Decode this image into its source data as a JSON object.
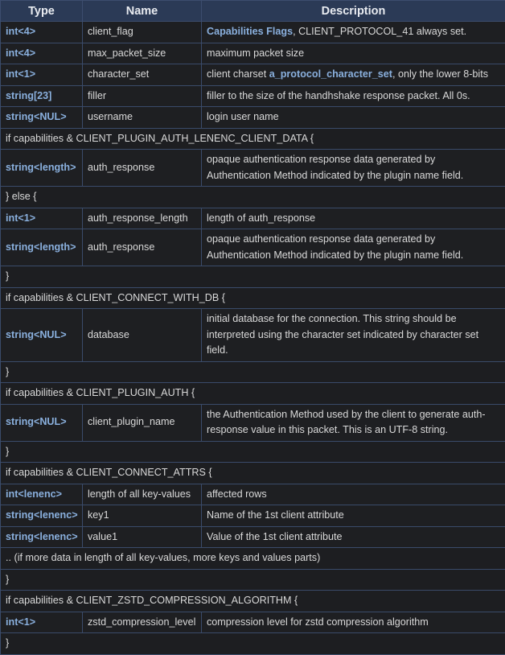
{
  "header": {
    "type": "Type",
    "name": "Name",
    "description": "Description"
  },
  "rows": [
    {
      "type": "int<4>",
      "name": "client_flag",
      "desc_link": "Capabilities Flags",
      "desc": ", CLIENT_PROTOCOL_41 always set."
    },
    {
      "type": "int<4>",
      "name": "max_packet_size",
      "desc": "maximum packet size"
    },
    {
      "type": "int<1>",
      "name": "character_set",
      "desc_pre": "client charset ",
      "desc_link": "a_protocol_character_set",
      "desc": ", only the lower 8-bits"
    },
    {
      "type": "string[23]",
      "name": "filler",
      "desc": "filler to the size of the handhshake response packet. All 0s."
    },
    {
      "type": "string<NUL>",
      "name": "username",
      "desc": "login user name"
    },
    {
      "line": "if capabilities & CLIENT_PLUGIN_AUTH_LENENC_CLIENT_DATA {"
    },
    {
      "type": "string<length>",
      "name": "auth_response",
      "desc": "opaque authentication response data generated by Authentication Method indicated by the plugin name field."
    },
    {
      "line": "} else {"
    },
    {
      "type": "int<1>",
      "name": "auth_response_length",
      "desc": "length of auth_response"
    },
    {
      "type": "string<length>",
      "name": "auth_response",
      "desc": "opaque authentication response data generated by Authentication Method indicated by the plugin name field."
    },
    {
      "line": "}"
    },
    {
      "line": "if capabilities & CLIENT_CONNECT_WITH_DB {"
    },
    {
      "type": "string<NUL>",
      "name": "database",
      "desc": "initial database for the connection. This string should be interpreted using the character set indicated by character set field."
    },
    {
      "line": "}"
    },
    {
      "line": "if capabilities & CLIENT_PLUGIN_AUTH {"
    },
    {
      "type": "string<NUL>",
      "name": "client_plugin_name",
      "desc": "the Authentication Method used by the client to generate auth-response value in this packet. This is an UTF-8 string."
    },
    {
      "line": "}"
    },
    {
      "line": "if capabilities & CLIENT_CONNECT_ATTRS {"
    },
    {
      "type": "int<lenenc>",
      "name": "length of all key-values",
      "desc": "affected rows"
    },
    {
      "type": "string<lenenc>",
      "name": "key1",
      "desc": "Name of the 1st client attribute"
    },
    {
      "type": "string<lenenc>",
      "name": "value1",
      "desc": "Value of the 1st client attribute"
    },
    {
      "line": ".. (if more data in length of all key-values, more keys and values parts)"
    },
    {
      "line": "}"
    },
    {
      "line": "if capabilities & CLIENT_ZSTD_COMPRESSION_ALGORITHM {"
    },
    {
      "type": "int<1>",
      "name": "zstd_compression_level",
      "desc": "compression level for zstd compression algorithm"
    },
    {
      "line": "}"
    }
  ]
}
